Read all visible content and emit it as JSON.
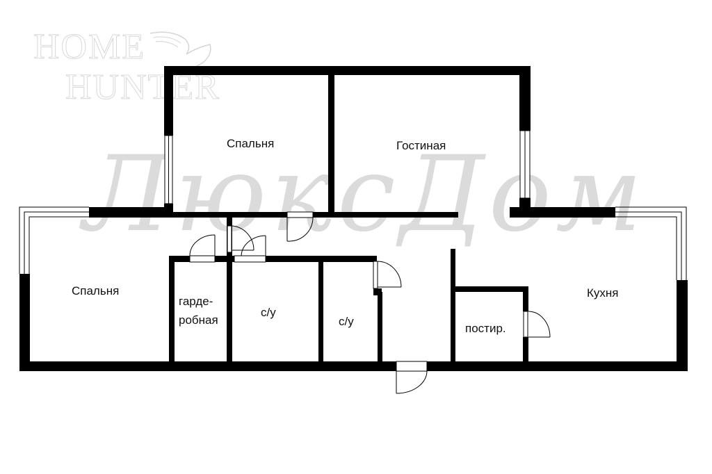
{
  "watermarks": {
    "logo_line1": "HOME",
    "logo_line2": "HUNTER",
    "script_text": "ЛюксДом"
  },
  "rooms": [
    {
      "id": "bedroom-top",
      "label": "Спальня"
    },
    {
      "id": "living-room",
      "label": "Гостиная"
    },
    {
      "id": "bedroom-left",
      "label": "Спальня"
    },
    {
      "id": "wardrobe",
      "label_line1": "гарде-",
      "label_line2": "робная"
    },
    {
      "id": "bathroom-1",
      "label": "с/у"
    },
    {
      "id": "bathroom-2",
      "label": "с/у"
    },
    {
      "id": "laundry",
      "label": "постир."
    },
    {
      "id": "kitchen",
      "label": "Кухня"
    }
  ],
  "colors": {
    "wall": "#000000",
    "background": "#ffffff",
    "watermark": "#bebebe"
  }
}
